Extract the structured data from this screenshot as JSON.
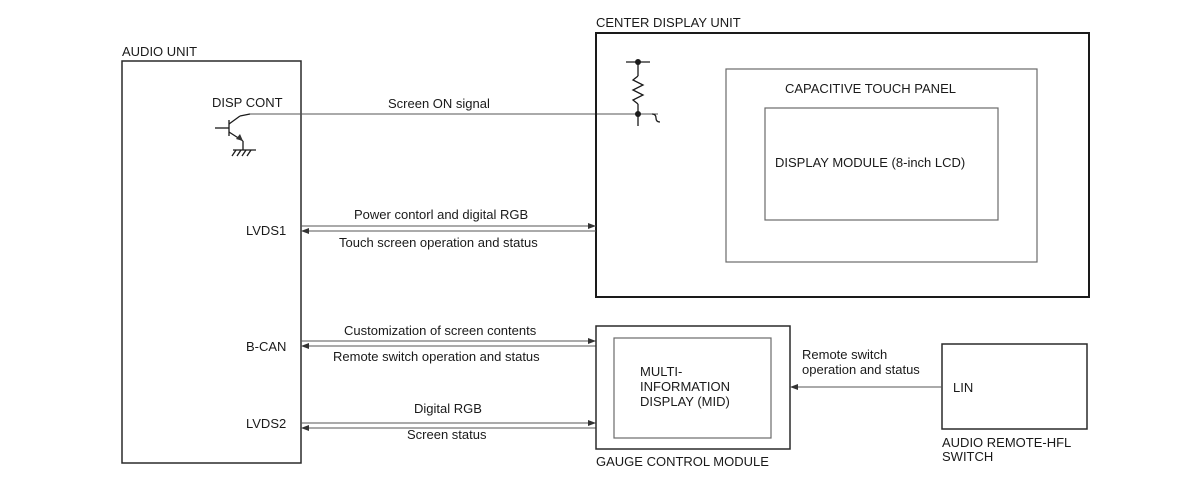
{
  "audio_unit": {
    "title": "AUDIO UNIT",
    "disp_cont": "DISP CONT",
    "lvds1": "LVDS1",
    "bcan": "B-CAN",
    "lvds2": "LVDS2"
  },
  "center_display": {
    "title": "CENTER DISPLAY UNIT",
    "touch_panel": "CAPACITIVE TOUCH PANEL",
    "display_module": "DISPLAY MODULE (8-inch LCD)"
  },
  "gauge_module": {
    "title": "GAUGE CONTROL MODULE",
    "mid_line1": "MULTI-",
    "mid_line2": "INFORMATION",
    "mid_line3": "DISPLAY (MID)"
  },
  "remote_switch": {
    "title_line1": "AUDIO REMOTE-HFL",
    "title_line2": "SWITCH",
    "lin": "LIN"
  },
  "signals": {
    "screen_on": "Screen ON signal",
    "power_rgb": "Power contorl and digital RGB",
    "touch_status": "Touch screen operation and status",
    "customization": "Customization of screen contents",
    "remote_status": "Remote switch operation and status",
    "digital_rgb": "Digital RGB",
    "screen_status": "Screen status",
    "remote_to_gauge_line1": "Remote switch",
    "remote_to_gauge_line2": "operation and status"
  }
}
